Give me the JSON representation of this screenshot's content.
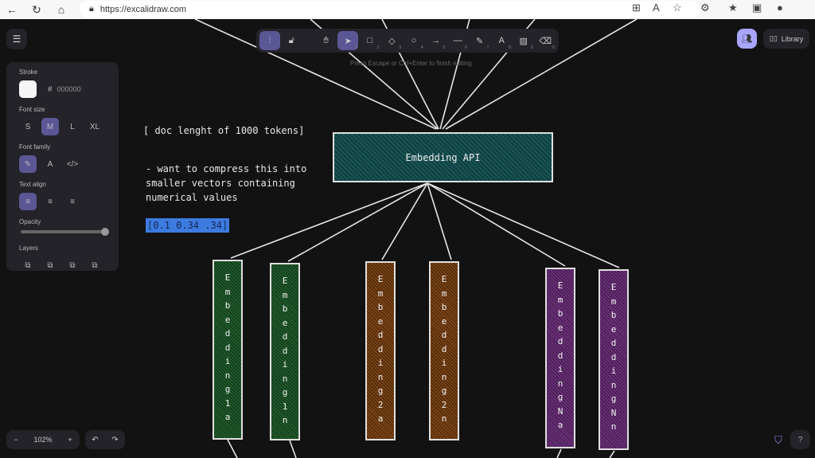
{
  "browser": {
    "url": "https://excalidraw.com"
  },
  "toolbar": {
    "tools": [
      "lock",
      "hand",
      "selection",
      "rectangle",
      "diamond",
      "ellipse",
      "arrow",
      "line",
      "draw",
      "text",
      "image",
      "eraser"
    ],
    "shortcuts": [
      "1",
      "2",
      "3",
      "4",
      "5",
      "6",
      "7",
      "8",
      "9",
      "0"
    ],
    "hint": "Press Escape or Ctrl+Enter to finish editing"
  },
  "top_right": {
    "library_label": "Library"
  },
  "props": {
    "stroke_label": "Stroke",
    "stroke_hex": "000000",
    "font_size_label": "Font size",
    "sizes": [
      "S",
      "M",
      "L",
      "XL"
    ],
    "font_family_label": "Font family",
    "text_align_label": "Text align",
    "opacity_label": "Opacity",
    "opacity": 100,
    "layers_label": "Layers"
  },
  "canvas": {
    "note_title": "[ doc lenght of 1000 tokens]",
    "note_lines": [
      "- want to compress this into",
      "smaller vectors containing",
      "numerical values"
    ],
    "vector_text": "[0.1 0.34 .34]",
    "api_label": "Embedding API",
    "boxes": [
      {
        "label": "Embedding 1a",
        "color": "#1f5a2a"
      },
      {
        "label": "Embedding 1n",
        "color": "#1f5a2a"
      },
      {
        "label": "Embedding 2a",
        "color": "#7a4214"
      },
      {
        "label": "Embedding 2n",
        "color": "#7a4214"
      },
      {
        "label": "Embedding Na",
        "color": "#6a2f78"
      },
      {
        "label": "Embedding Nn",
        "color": "#6a2f78"
      }
    ]
  },
  "footer": {
    "zoom": "102%",
    "minus": "−",
    "plus": "+"
  }
}
